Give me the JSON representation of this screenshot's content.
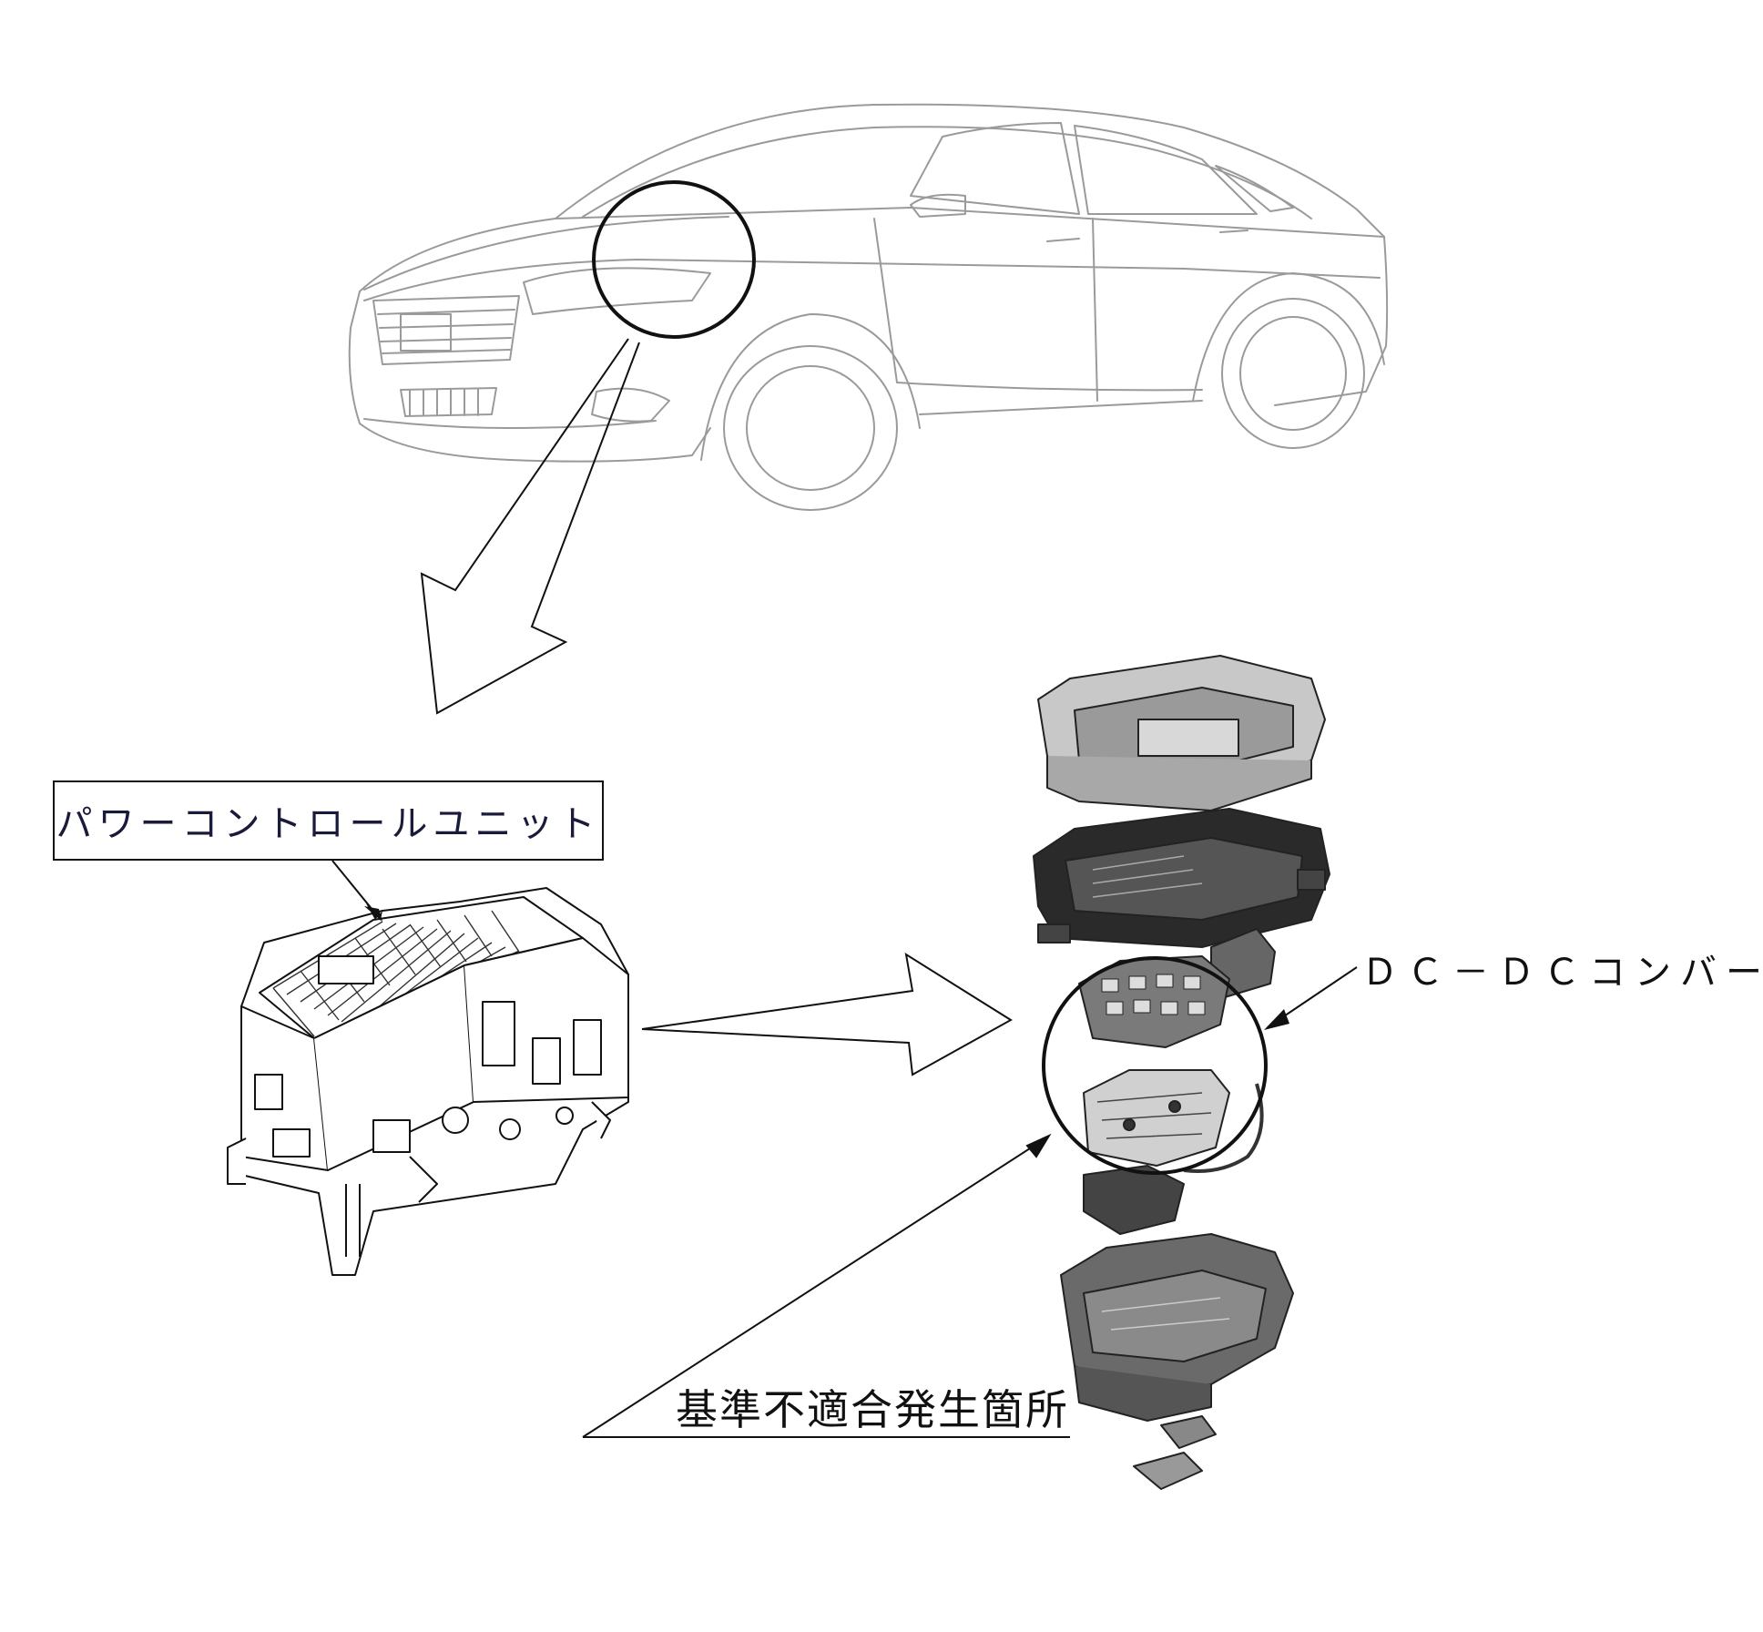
{
  "labels": {
    "pcu": "パワーコントロールユニット",
    "dcdc": "ＤＣ－ＤＣコンバータ",
    "location": "基準不適合発生箇所"
  },
  "colors": {
    "line": "#111111",
    "car_line": "#9a9a9a",
    "part_dark": "#2a2a2a",
    "part_mid": "#7a7a7a",
    "part_light": "#c8c8c8"
  }
}
